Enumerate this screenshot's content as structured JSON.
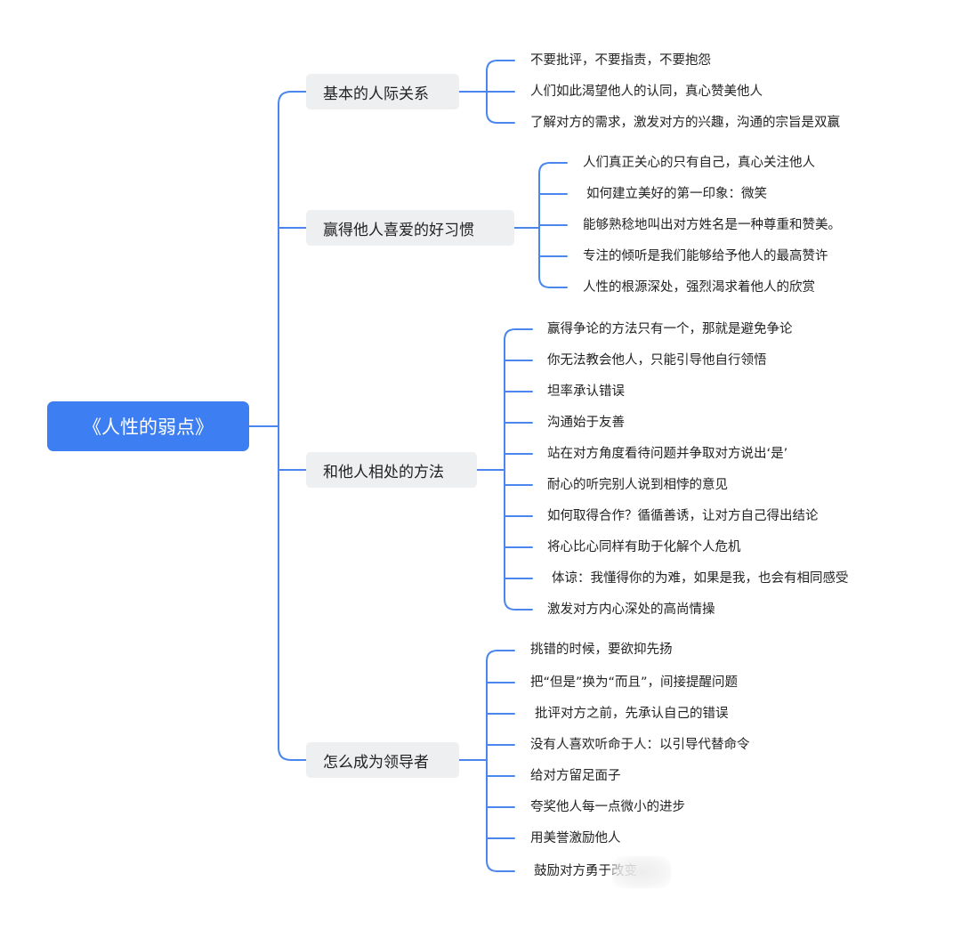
{
  "root": {
    "label": "《人性的弱点》"
  },
  "branches": [
    {
      "label": "基本的人际关系",
      "items": [
        "不要批评，不要指责，不要抱怨",
        "人们如此渴望他人的认同，真心赞美他人",
        "了解对方的需求，激发对方的兴趣，沟通的宗旨是双赢"
      ]
    },
    {
      "label": "赢得他人喜爱的好习惯",
      "items": [
        "人们真正关心的只有自己，真心关注他人",
        "如何建立美好的第一印象：微笑",
        "能够熟稔地叫出对方姓名是一种尊重和赞美。",
        "专注的倾听是我们能够给予他人的最高赞许",
        "人性的根源深处，强烈渴求着他人的欣赏"
      ]
    },
    {
      "label": "和他人相处的方法",
      "items": [
        "赢得争论的方法只有一个，那就是避免争论",
        "你无法教会他人，只能引导他自行领悟",
        "坦率承认错误",
        "沟通始于友善",
        "站在对方角度看待问题并争取对方说出‘是’",
        "耐心的听完别人说到相悖的意见",
        "如何取得合作？循循善诱，让对方自己得出结论",
        "将心比心同样有助于化解个人危机",
        "体谅：我懂得你的为难，如果是我，也会有相同感受",
        "激发对方内心深处的高尚情操"
      ]
    },
    {
      "label": "怎么成为领导者",
      "items": [
        "挑错的时候，要欲抑先扬",
        "把“但是”换为“而且”，间接提醒问题",
        "批评对方之前，先承认自己的错误",
        "没有人喜欢听命于人：以引导代替命令",
        "给对方留足面子",
        "夸奖他人每一点微小的进步",
        "用美誉激励他人",
        "鼓励对方勇于改变"
      ]
    }
  ],
  "colors": {
    "connector": "#4b86ee",
    "root_fill": "#3d7ff2",
    "branch_fill": "#eeeff1",
    "text": "#222222"
  }
}
